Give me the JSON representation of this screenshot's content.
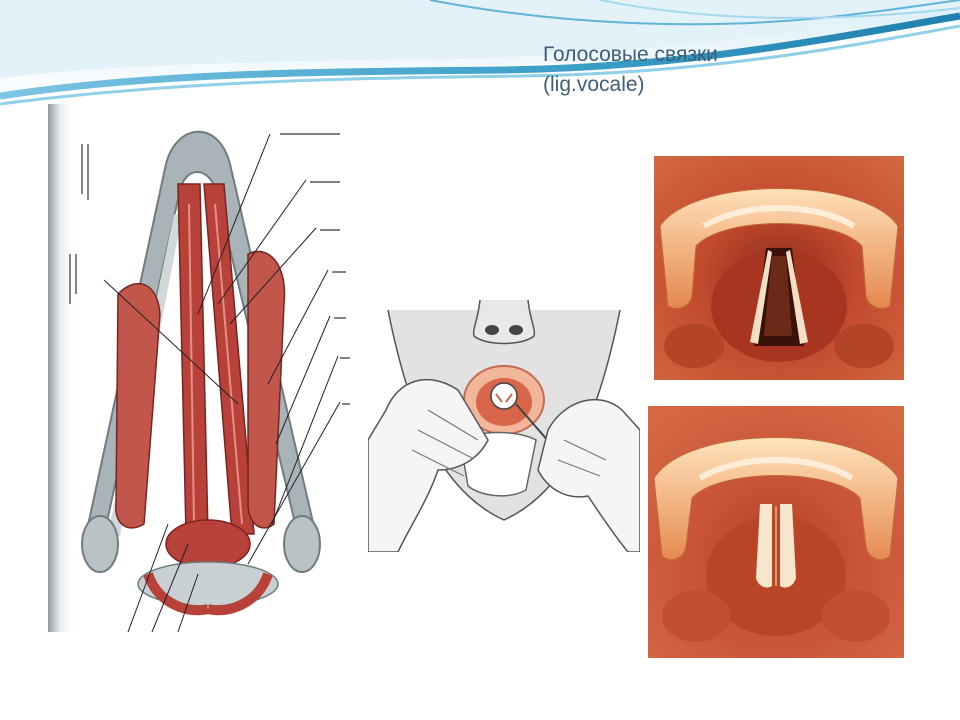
{
  "slide": {
    "title_line1": "Голосовые связки",
    "title_line2": "(lig.vocale)"
  },
  "colors": {
    "wave_dark": "#3a9ec7",
    "wave_light": "#bfe3f2",
    "title": "#3e5f78",
    "muscle": "#b8423a",
    "cartilage": "#a9b4b8",
    "mucosa": "#d8664a"
  },
  "figures": [
    {
      "name": "laryngeal-anatomy-illustration",
      "icon": "larynx-anatomy"
    },
    {
      "name": "laryngoscopy-drawing",
      "icon": "mirror-laryngoscopy"
    },
    {
      "name": "vocal-cords-open-photo",
      "icon": "vocal-cords-open"
    },
    {
      "name": "vocal-cords-closed-photo",
      "icon": "vocal-cords-closed"
    }
  ]
}
